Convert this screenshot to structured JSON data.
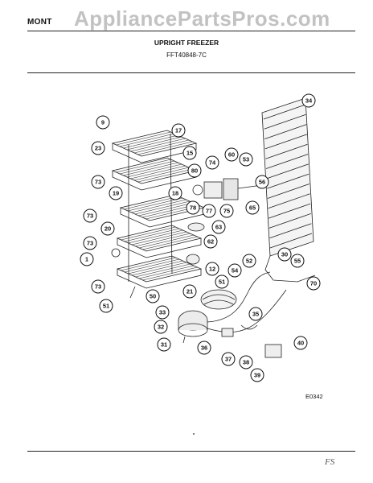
{
  "header": {
    "brand_text": "MONT",
    "watermark": "AppliancePartsPros.com",
    "title": "UPRIGHT FREEZER",
    "model": "FFT40848-7C"
  },
  "figure_code": "E0342",
  "signature": "FS",
  "callouts": [
    {
      "label": "9"
    },
    {
      "label": "17"
    },
    {
      "label": "23"
    },
    {
      "label": "15"
    },
    {
      "label": "73"
    },
    {
      "label": "18"
    },
    {
      "label": "80"
    },
    {
      "label": "74"
    },
    {
      "label": "60"
    },
    {
      "label": "53"
    },
    {
      "label": "56"
    },
    {
      "label": "34"
    },
    {
      "label": "19"
    },
    {
      "label": "78"
    },
    {
      "label": "77"
    },
    {
      "label": "75"
    },
    {
      "label": "65"
    },
    {
      "label": "73"
    },
    {
      "label": "63"
    },
    {
      "label": "20"
    },
    {
      "label": "62"
    },
    {
      "label": "73"
    },
    {
      "label": "1"
    },
    {
      "label": "30"
    },
    {
      "label": "52"
    },
    {
      "label": "55"
    },
    {
      "label": "12"
    },
    {
      "label": "54"
    },
    {
      "label": "51"
    },
    {
      "label": "73"
    },
    {
      "label": "21"
    },
    {
      "label": "70"
    },
    {
      "label": "50"
    },
    {
      "label": "51"
    },
    {
      "label": "33"
    },
    {
      "label": "35"
    },
    {
      "label": "32"
    },
    {
      "label": "31"
    },
    {
      "label": "36"
    },
    {
      "label": "40"
    },
    {
      "label": "37"
    },
    {
      "label": "38"
    },
    {
      "label": "39"
    }
  ]
}
